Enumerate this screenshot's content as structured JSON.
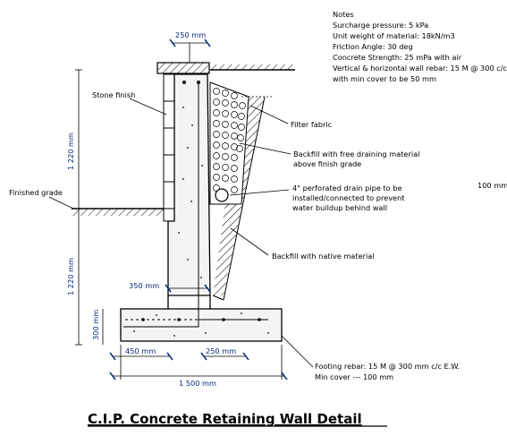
{
  "notes": [
    "Notes",
    "Surcharge pressure: 5 kPa",
    "Unit weight of material: 18kN/m3",
    "Friction Angle: 30 deg",
    "Concrete Strength: 25 mPa with air",
    "Vertical & horizontal wall rebar: 15 M @ 300 c/c",
    "with min cover to be 50 mm"
  ],
  "labels": {
    "stone_finish": "Stone finish",
    "finished_grade": "Finished grade",
    "filter_fabric": "Filter fabric",
    "backfill_free_1": "Backfill with free draining material",
    "backfill_free_2": "above finish grade",
    "drain_1": "4\" perforated drain pipe to be",
    "drain_2": "installed/connected to prevent",
    "drain_3": "water buildup behind wall",
    "backfill_native": "Backfill with native material",
    "footing_rebar_1": "Footing rebar: 15 M  @ 300 mm c/c E.W.",
    "footing_rebar_2": "Min cover --- 100 mm",
    "stray_dim": "100 mm"
  },
  "dimensions": {
    "top_width": "250 mm",
    "upper_height": "1 220 mm",
    "lower_height": "1 220 mm",
    "stem_width": "350 mm",
    "footing_thickness": "300 mm",
    "toe": "450 mm",
    "heel_offset": "250 mm",
    "footing_width": "1 500 mm"
  },
  "title": "C.I.P. Concrete Retaining Wall Detail",
  "colors": {
    "dimension": "#0a2a7a",
    "line": "#000000"
  }
}
